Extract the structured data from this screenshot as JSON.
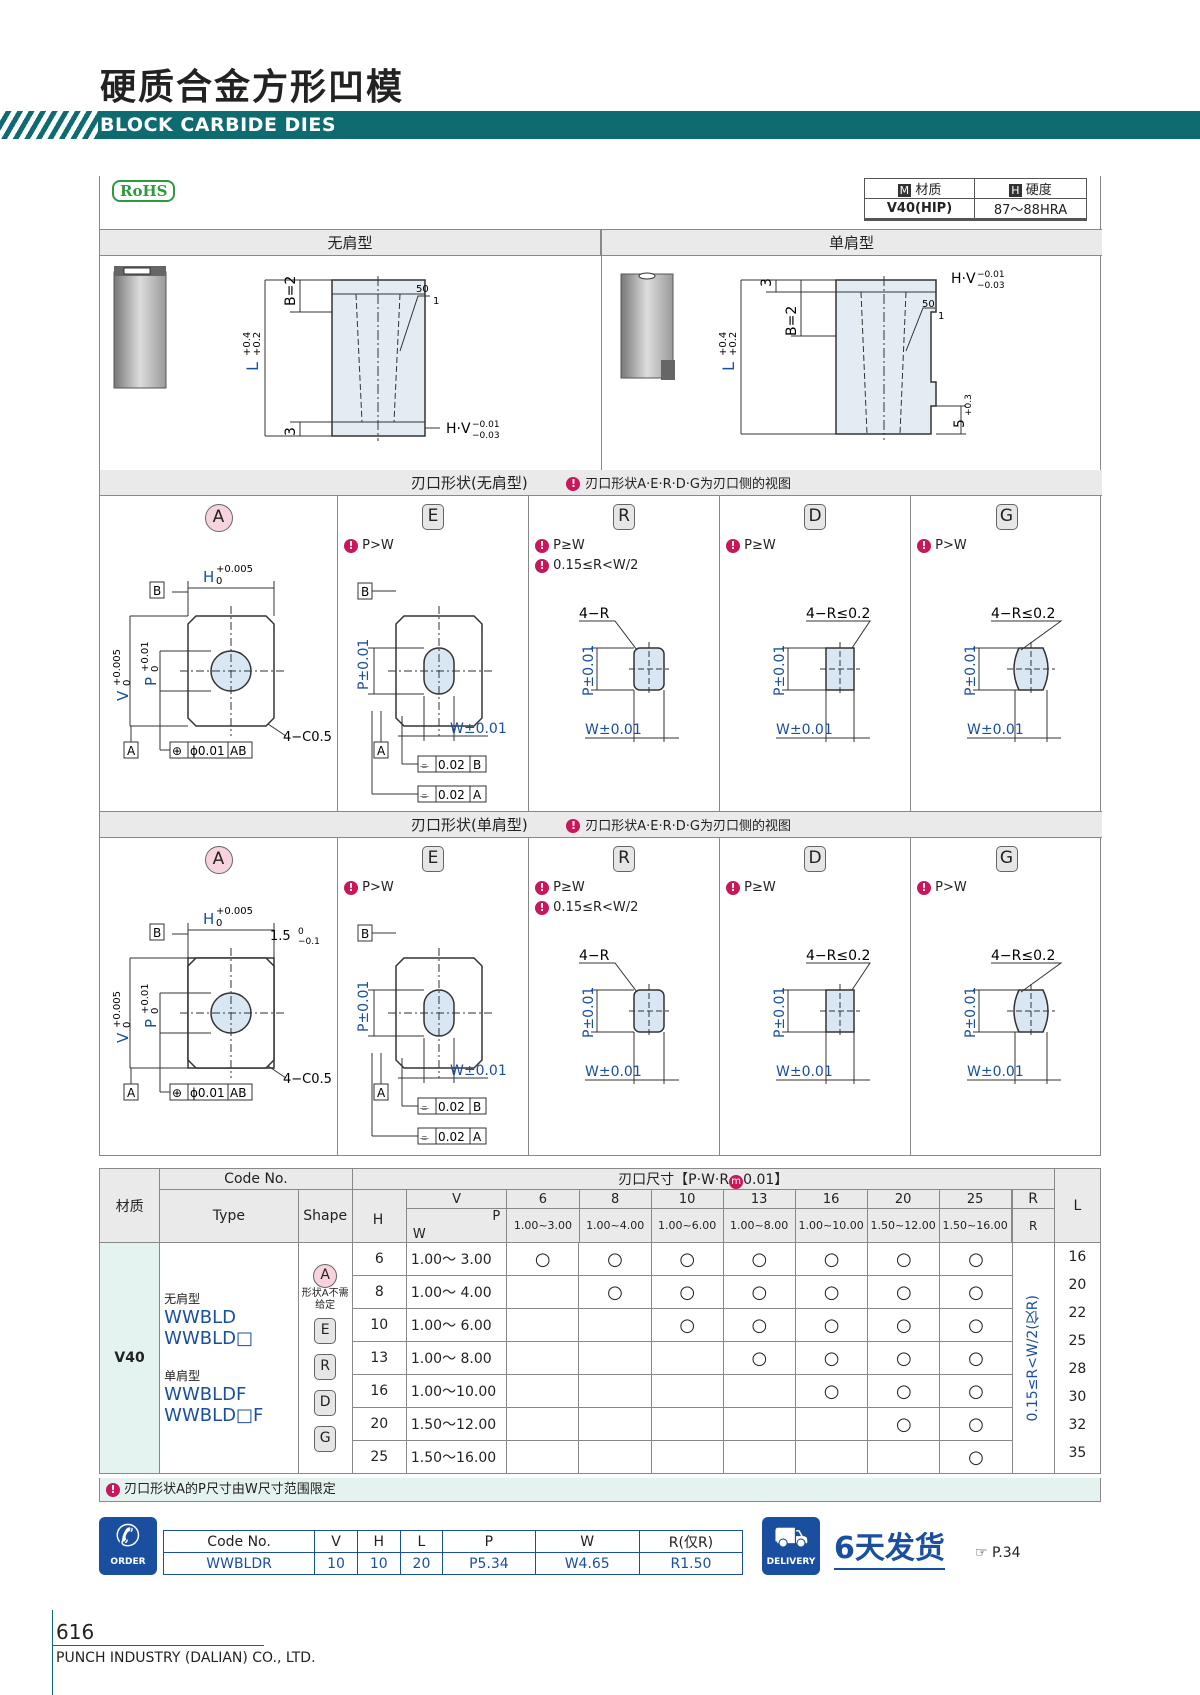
{
  "header": {
    "title_cn": "硬质合金方形凹模",
    "title_en": "BLOCK CARBIDE DIES"
  },
  "rohs": "RoHS",
  "material_box": {
    "h1_icon": "M",
    "h1": "材质",
    "h2_icon": "H",
    "h2": "硬度",
    "v1": "V40(HIP)",
    "v2": "87～88HRA"
  },
  "types": {
    "no_shoulder": "无肩型",
    "single_shoulder": "单肩型"
  },
  "drawing_labels": {
    "b2": "B=2",
    "three": "3",
    "l_tol_top": "+0.4",
    "l_tol_bot": "+0.2",
    "l": "L",
    "hv": "H·V",
    "hv_top": "−0.01",
    "hv_bot": "−0.03",
    "angle": "50",
    "angle_ratio": "1",
    "five": "5",
    "five_top": "+0.3",
    "five_bot": "0"
  },
  "shape_section": {
    "title_no": "刃口形状(无肩型)",
    "title_single": "刃口形状(单肩型)",
    "note": "刃口形状A·E·R·D·G为刃口侧的视图",
    "warn_icon": "!",
    "shapes": [
      {
        "id": "A",
        "notes": []
      },
      {
        "id": "E",
        "notes": [
          "P>W"
        ]
      },
      {
        "id": "R",
        "notes": [
          "P≥W",
          "0.15≤R<W/2"
        ]
      },
      {
        "id": "D",
        "notes": [
          "P≥W"
        ]
      },
      {
        "id": "G",
        "notes": [
          "P>W"
        ]
      }
    ],
    "a_labels": {
      "h": "H",
      "h_top": "+0.005",
      "h_bot": "0",
      "v": "V",
      "v_top": "+0.005",
      "v_bot": "0",
      "p": "P",
      "p_top": "+0.01",
      "p_bot": "0",
      "c": "4−C0.5",
      "datum_a": "A",
      "datum_b": "B",
      "pos_tol": "ϕ0.01",
      "pos_ref": "AB",
      "pos_icon": "⊕",
      "shoulder": "1.5",
      "shoulder_top": "0",
      "shoulder_bot": "−0.1"
    },
    "e_labels": {
      "p": "P±0.01",
      "w": "W±0.01",
      "sym_icon": "⌯",
      "sym1": "0.02",
      "sym1_ref": "B",
      "sym2": "0.02",
      "sym2_ref": "A",
      "datum_a": "A",
      "datum_b": "B"
    },
    "r_label": "4−R",
    "d_label": "4−R≤0.2",
    "g_label": "4−R≤0.2",
    "p_pm": "P±0.01",
    "w_pm": "W±0.01"
  },
  "spec_table": {
    "col_material": "材质",
    "col_code": "Code No.",
    "col_type": "Type",
    "col_shape": "Shape",
    "col_dim": "刃口尺寸【P·W·R",
    "col_dim_icon": "m",
    "col_dim_tail": "0.01】",
    "col_h": "H",
    "col_v": "V",
    "col_p": "P",
    "col_w": "W",
    "col_r": "R",
    "col_r_icon": "R",
    "col_l": "L",
    "p_values": [
      "6",
      "8",
      "10",
      "13",
      "16",
      "20",
      "25"
    ],
    "w_ranges": [
      "1.00~3.00",
      "1.00~4.00",
      "1.00~6.00",
      "1.00~8.00",
      "1.00~10.00",
      "1.50~12.00",
      "1.50~16.00"
    ],
    "material": "V40",
    "type_no_label": "无肩型",
    "type_no_codes": [
      "WWBLD",
      "WWBLD□"
    ],
    "type_single_label": "单肩型",
    "type_single_codes": [
      "WWBLDF",
      "WWBLD□F"
    ],
    "shape_ids": [
      "A",
      "E",
      "R",
      "D",
      "G"
    ],
    "shape_a_note": "形状A不需给定",
    "r_range": "0.15≤R<W/2(仅R)",
    "mark": "○",
    "rows": [
      {
        "h": "6",
        "v": "1.00～ 3.00",
        "marks": [
          1,
          1,
          1,
          1,
          1,
          1,
          1
        ]
      },
      {
        "h": "8",
        "v": "1.00～ 4.00",
        "marks": [
          0,
          1,
          1,
          1,
          1,
          1,
          1
        ]
      },
      {
        "h": "10",
        "v": "1.00～ 6.00",
        "marks": [
          0,
          0,
          1,
          1,
          1,
          1,
          1
        ]
      },
      {
        "h": "13",
        "v": "1.00～ 8.00",
        "marks": [
          0,
          0,
          0,
          1,
          1,
          1,
          1
        ]
      },
      {
        "h": "16",
        "v": "1.00～10.00",
        "marks": [
          0,
          0,
          0,
          0,
          1,
          1,
          1
        ]
      },
      {
        "h": "20",
        "v": "1.50～12.00",
        "marks": [
          0,
          0,
          0,
          0,
          0,
          1,
          1
        ]
      },
      {
        "h": "25",
        "v": "1.50～16.00",
        "marks": [
          0,
          0,
          0,
          0,
          0,
          0,
          1
        ]
      }
    ],
    "l_values": [
      "16",
      "20",
      "22",
      "25",
      "28",
      "30",
      "32",
      "35"
    ],
    "footnote": "刃口形状A的P尺寸由W尺寸范围限定"
  },
  "order": {
    "label": "ORDER",
    "headers": [
      "Code No.",
      "V",
      "H",
      "L",
      "P",
      "W",
      "R(仅R)"
    ],
    "values": [
      "WWBLDR",
      "10",
      "10",
      "20",
      "P5.34",
      "W4.65",
      "R1.50"
    ],
    "sep": "—"
  },
  "delivery": {
    "label": "DELIVERY",
    "text": "6天发货",
    "ref": "P.34"
  },
  "footer": {
    "page": "616",
    "company": "PUNCH INDUSTRY (DALIAN) CO., LTD."
  }
}
